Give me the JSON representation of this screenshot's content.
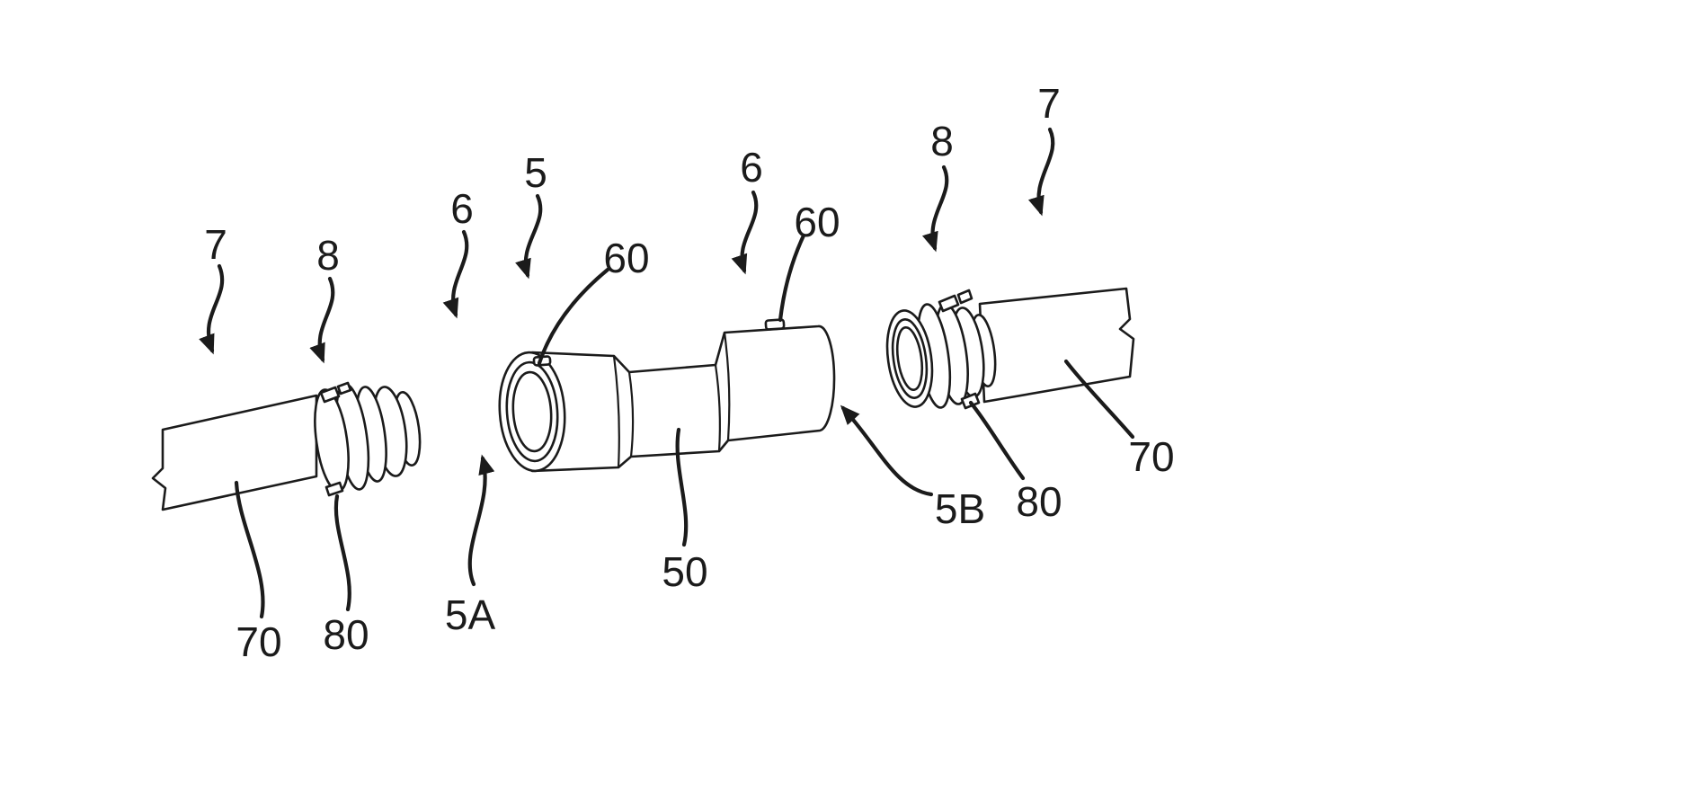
{
  "page": {
    "background": "#ffffff"
  },
  "figure": {
    "type": "patent-exploded-view-line-drawing",
    "line_color": "#1b1b1b",
    "labels": [
      {
        "name": "ref-7-left",
        "text": "7"
      },
      {
        "name": "ref-8-left",
        "text": "8"
      },
      {
        "name": "ref-6-left",
        "text": "6"
      },
      {
        "name": "ref-5",
        "text": "5"
      },
      {
        "name": "ref-60-left",
        "text": "60"
      },
      {
        "name": "ref-6-right",
        "text": "6"
      },
      {
        "name": "ref-60-right",
        "text": "60"
      },
      {
        "name": "ref-8-right",
        "text": "8"
      },
      {
        "name": "ref-7-right",
        "text": "7"
      },
      {
        "name": "ref-70-left",
        "text": "70"
      },
      {
        "name": "ref-80-left",
        "text": "80"
      },
      {
        "name": "ref-5A",
        "text": "5A"
      },
      {
        "name": "ref-50",
        "text": "50"
      },
      {
        "name": "ref-5B",
        "text": "5B"
      },
      {
        "name": "ref-80-right",
        "text": "80"
      },
      {
        "name": "ref-70-right",
        "text": "70"
      }
    ]
  }
}
